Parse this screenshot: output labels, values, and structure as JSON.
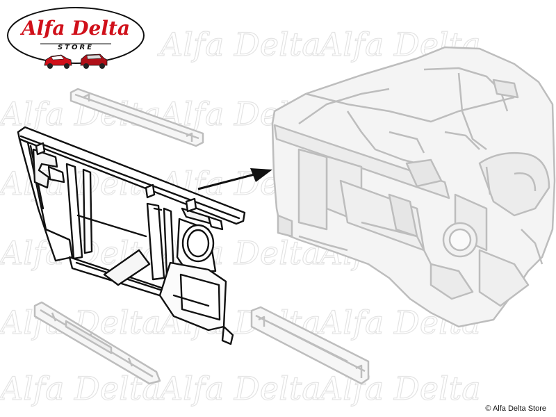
{
  "logo": {
    "brand": "Alfa Delta",
    "store": "STORE",
    "brand_color": "#d0101a"
  },
  "watermark": {
    "text": "Alfa Delta",
    "color": "#e4e4e4"
  },
  "diagram": {
    "highlight_part": "front-panel",
    "ghost_color": "#bdbdbd",
    "line_color": "#111111",
    "arrow_color": "#111111"
  },
  "footer": {
    "copyright": "© Alfa Delta Store"
  }
}
